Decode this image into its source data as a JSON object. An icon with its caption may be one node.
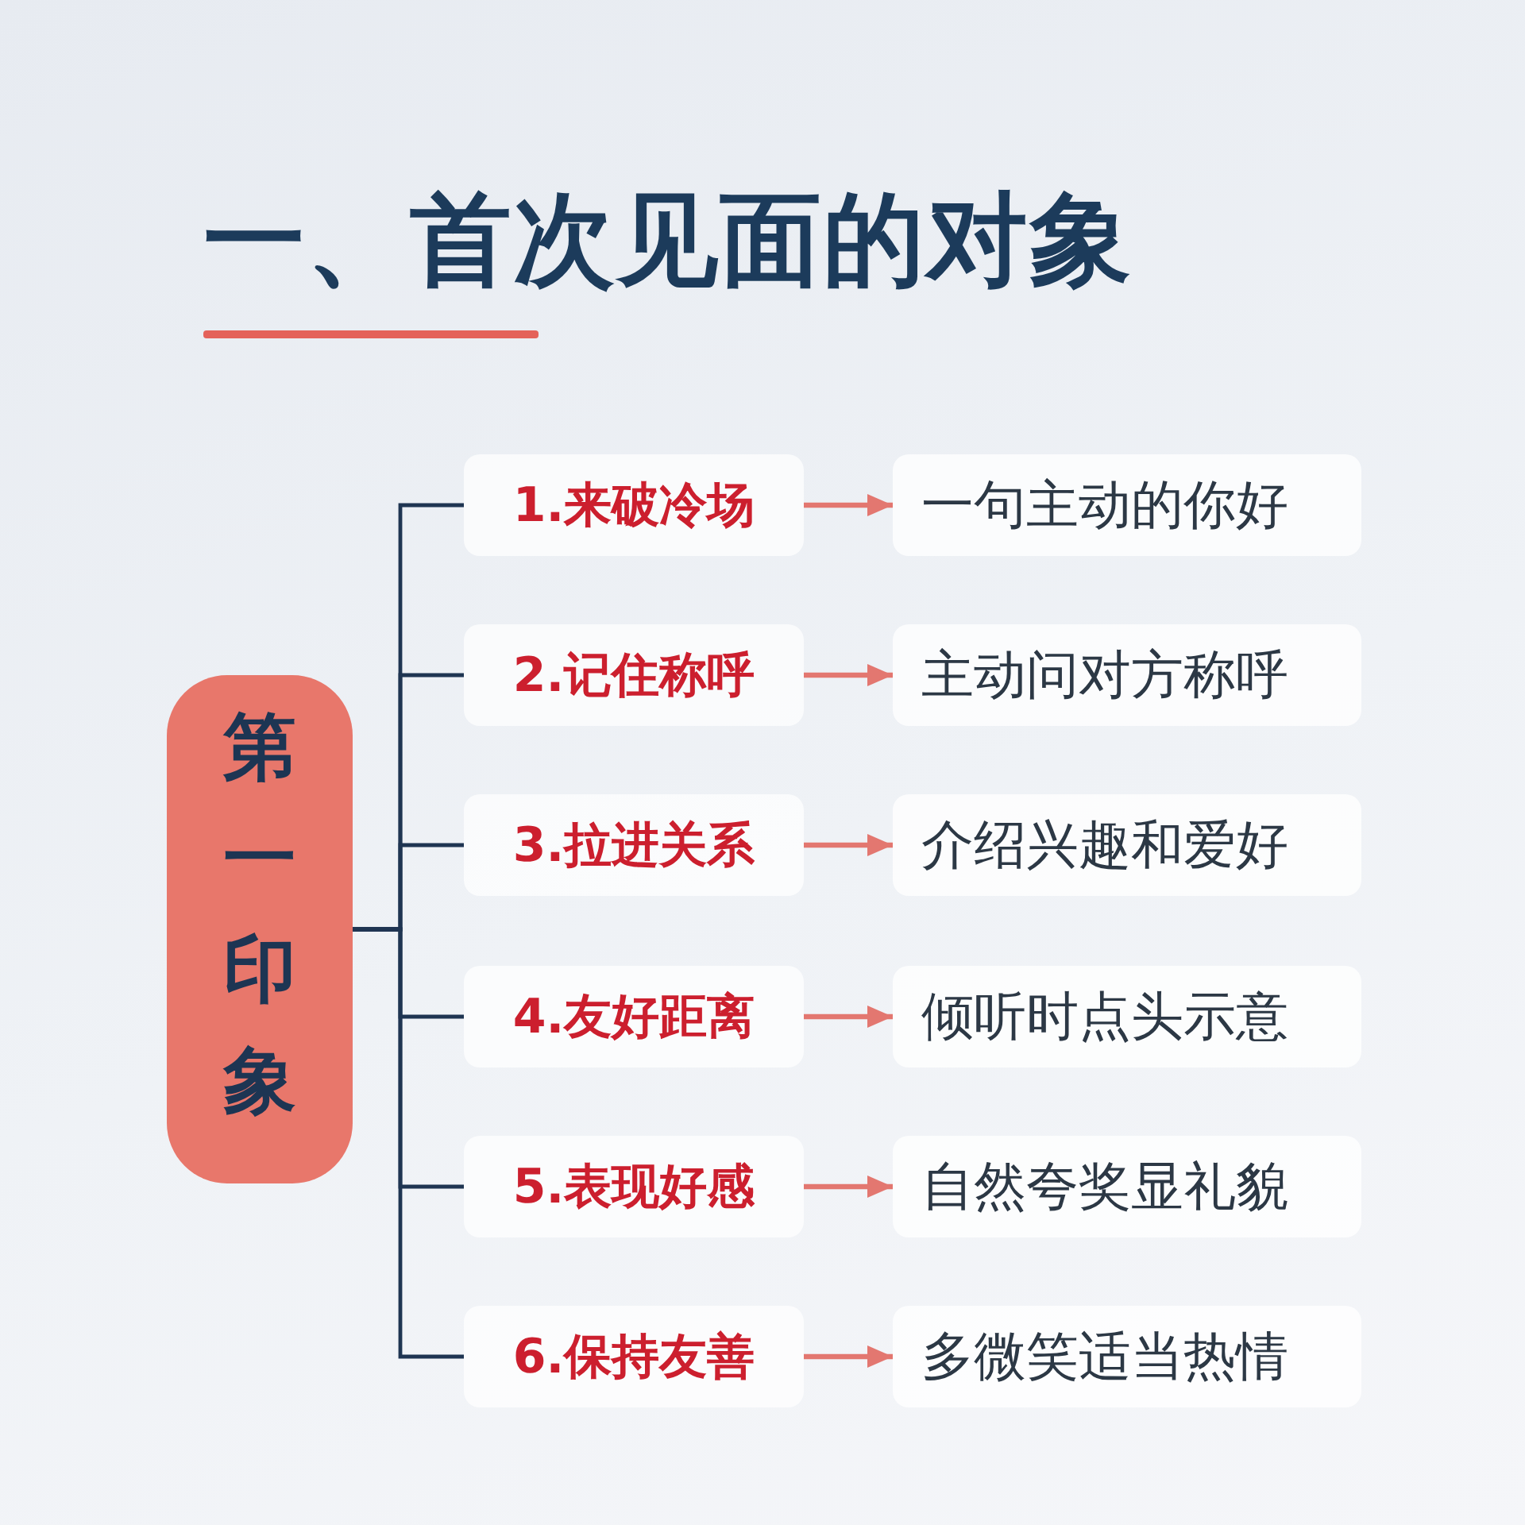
{
  "diagram": {
    "title": "一、首次见面的对象",
    "nodes": [
      {
        "text": [
          "第一印象"
        ]
      },
      {
        "text": [
          "1.来破冷场"
        ]
      },
      {
        "text": [
          "一句主动的你好"
        ]
      },
      {
        "text": [
          "2.记住称呼"
        ]
      },
      {
        "text": [
          "主动问对方称呼"
        ]
      },
      {
        "text": [
          "3.拉进关系"
        ]
      },
      {
        "text": [
          "介绍兴趣和爱好"
        ]
      },
      {
        "text": [
          "4.友好距离"
        ]
      },
      {
        "text": [
          "倾听时点头示意"
        ]
      },
      {
        "text": [
          "5.表现好感"
        ]
      },
      {
        "text": [
          "自然夸奖显礼貌"
        ]
      },
      {
        "text": [
          "6.保持友善"
        ]
      },
      {
        "text": [
          "多微笑适当热情"
        ]
      }
    ],
    "edges": [
      {
        "from": 0,
        "to": 1,
        "arrow": "none"
      },
      {
        "from": 0,
        "to": 3,
        "arrow": "none"
      },
      {
        "from": 0,
        "to": 5,
        "arrow": "none"
      },
      {
        "from": 0,
        "to": 7,
        "arrow": "none"
      },
      {
        "from": 0,
        "to": 9,
        "arrow": "none"
      },
      {
        "from": 0,
        "to": 11,
        "arrow": "none"
      },
      {
        "from": 1,
        "to": 2,
        "arrow": "to",
        "color": "#e37770"
      },
      {
        "from": 3,
        "to": 4,
        "arrow": "to",
        "color": "#e37770"
      },
      {
        "from": 5,
        "to": 6,
        "arrow": "to",
        "color": "#e37770"
      },
      {
        "from": 7,
        "to": 8,
        "arrow": "to",
        "color": "#e37770"
      },
      {
        "from": 9,
        "to": 10,
        "arrow": "to",
        "color": "#e37770"
      },
      {
        "from": 11,
        "to": 12,
        "arrow": "to",
        "color": "#e37770"
      }
    ]
  }
}
